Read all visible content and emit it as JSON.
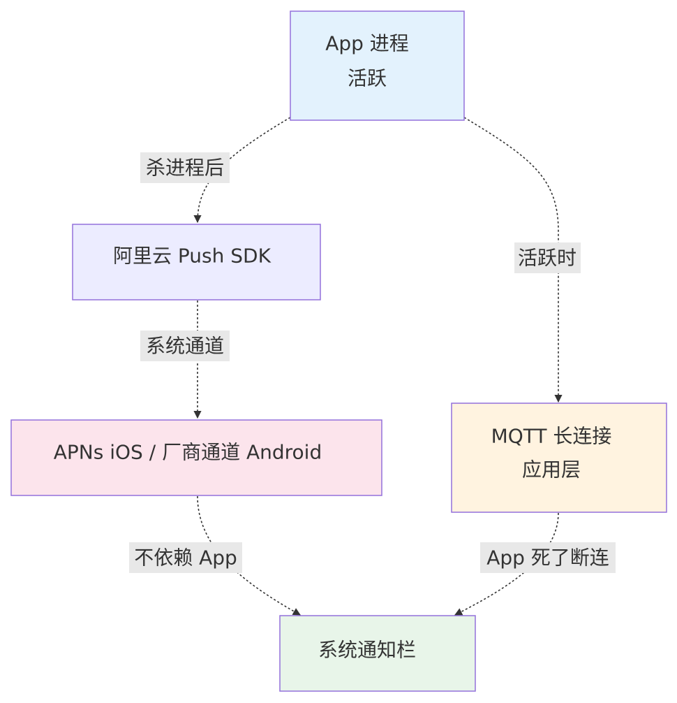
{
  "colors": {
    "app": "#e3f2fd",
    "aliyun": "#ececff",
    "apns": "#fce4ec",
    "mqtt": "#fff3e0",
    "notify": "#e8f5e9",
    "border": "#9370db",
    "edge": "#333333",
    "label_bg": "#e8e8e8"
  },
  "nodes": {
    "app": {
      "line1": "App 进程",
      "line2": "活跃"
    },
    "aliyun": {
      "line1": "阿里云 Push SDK"
    },
    "apns": {
      "line1": "APNs iOS / 厂商通道 Android"
    },
    "mqtt": {
      "line1": "MQTT 长连接",
      "line2": "应用层"
    },
    "notify": {
      "line1": "系统通知栏"
    }
  },
  "edges": {
    "kill": "杀进程后",
    "active": "活跃时",
    "system": "系统通道",
    "independent": "不依赖 App",
    "dead": "App 死了断连"
  }
}
